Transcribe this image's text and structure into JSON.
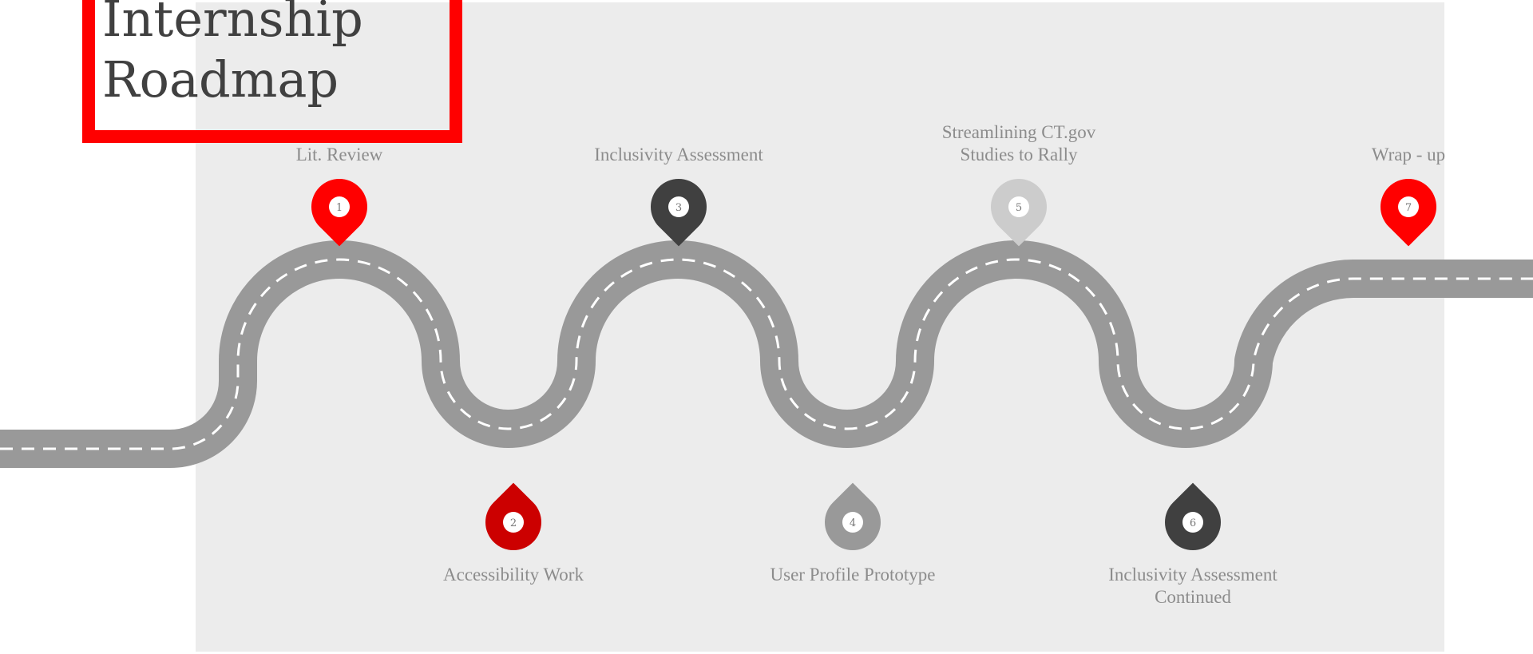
{
  "title": {
    "line1": "Internship",
    "line2": "Roadmap"
  },
  "colors": {
    "panel": "#ececec",
    "title_border": "#ff0000",
    "road": "#999999",
    "lane_marking": "#ffffff",
    "label_text": "#8c8c8c"
  },
  "milestones": [
    {
      "number": "1",
      "label_lines": [
        "Lit. Review"
      ],
      "color": "#ff0000",
      "position": "top"
    },
    {
      "number": "2",
      "label_lines": [
        "Accessibility  Work"
      ],
      "color": "#cc0000",
      "position": "bottom"
    },
    {
      "number": "3",
      "label_lines": [
        "Inclusivity Assessment"
      ],
      "color": "#404040",
      "position": "top"
    },
    {
      "number": "4",
      "label_lines": [
        "User Profile Prototype"
      ],
      "color": "#999999",
      "position": "bottom"
    },
    {
      "number": "5",
      "label_lines": [
        "Streamlining CT.gov",
        "Studies to Rally"
      ],
      "color": "#cccccc",
      "position": "top"
    },
    {
      "number": "6",
      "label_lines": [
        "Inclusivity Assessment",
        "Continued"
      ],
      "color": "#404040",
      "position": "bottom"
    },
    {
      "number": "7",
      "label_lines": [
        "Wrap - up"
      ],
      "color": "#ff0000",
      "position": "top"
    }
  ]
}
